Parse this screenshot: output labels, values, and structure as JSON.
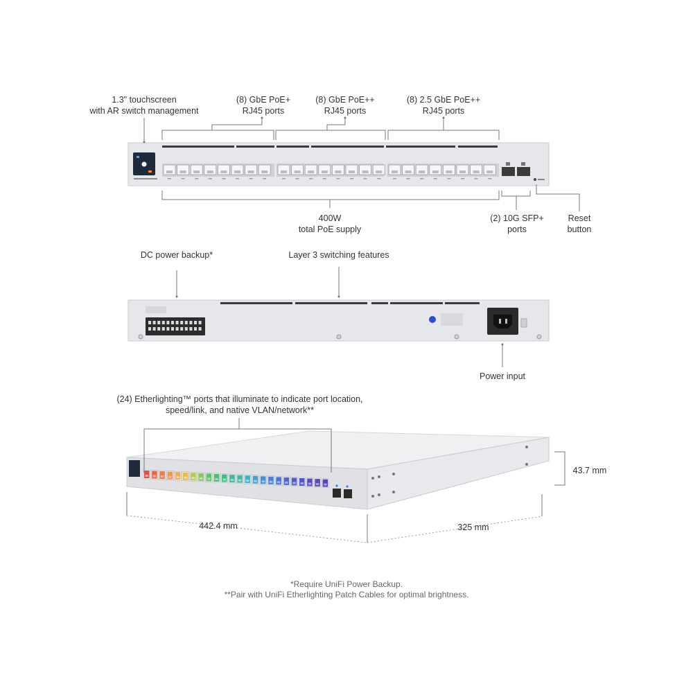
{
  "front": {
    "touchscreen": [
      "1.3\" touchscreen",
      "with AR switch management"
    ],
    "gbe_poe_plus": [
      "(8) GbE PoE+",
      "RJ45 ports"
    ],
    "gbe_poe_plusplus": [
      "(8) GbE PoE++",
      "RJ45 ports"
    ],
    "ge25_poe_plusplus": [
      "(8) 2.5 GbE PoE++",
      "RJ45 ports"
    ],
    "poe_supply": [
      "400W",
      "total PoE supply"
    ],
    "sfp": [
      "(2) 10G SFP+",
      "ports"
    ],
    "reset": [
      "Reset",
      "button"
    ]
  },
  "rear": {
    "dc_backup": "DC power backup*",
    "layer3": "Layer 3 switching features",
    "power_input": "Power input"
  },
  "iso": {
    "etherlighting": [
      "(24) Etherlighting™ ports that illuminate to indicate port location,",
      "speed/link, and native VLAN/network**"
    ],
    "height": "43.7 mm",
    "width": "442.4 mm",
    "depth": "325 mm"
  },
  "footnotes": [
    "*Require UniFi Power Backup.",
    "**Pair with UniFi Etherlighting Patch Cables for optimal brightness."
  ],
  "colors": {
    "chassis": "#e6e7ea",
    "chassis_edge": "#c9cbcf",
    "slot": "#3a3a3a",
    "leader": "#777777"
  },
  "port_colors": [
    "#e53935",
    "#e8523a",
    "#ef6c3a",
    "#f08a3c",
    "#f4a340",
    "#e2b43f",
    "#b6c23d",
    "#7fc34a",
    "#4fbf55",
    "#36b865",
    "#2db57a",
    "#2bb28f",
    "#2fb0a3",
    "#32a9b8",
    "#3399c9",
    "#3386d3",
    "#3373d8",
    "#3565d6",
    "#3a57d2",
    "#3f4bce",
    "#4240c8",
    "#4638c0",
    "#4a34b6",
    "#4e30ab"
  ]
}
